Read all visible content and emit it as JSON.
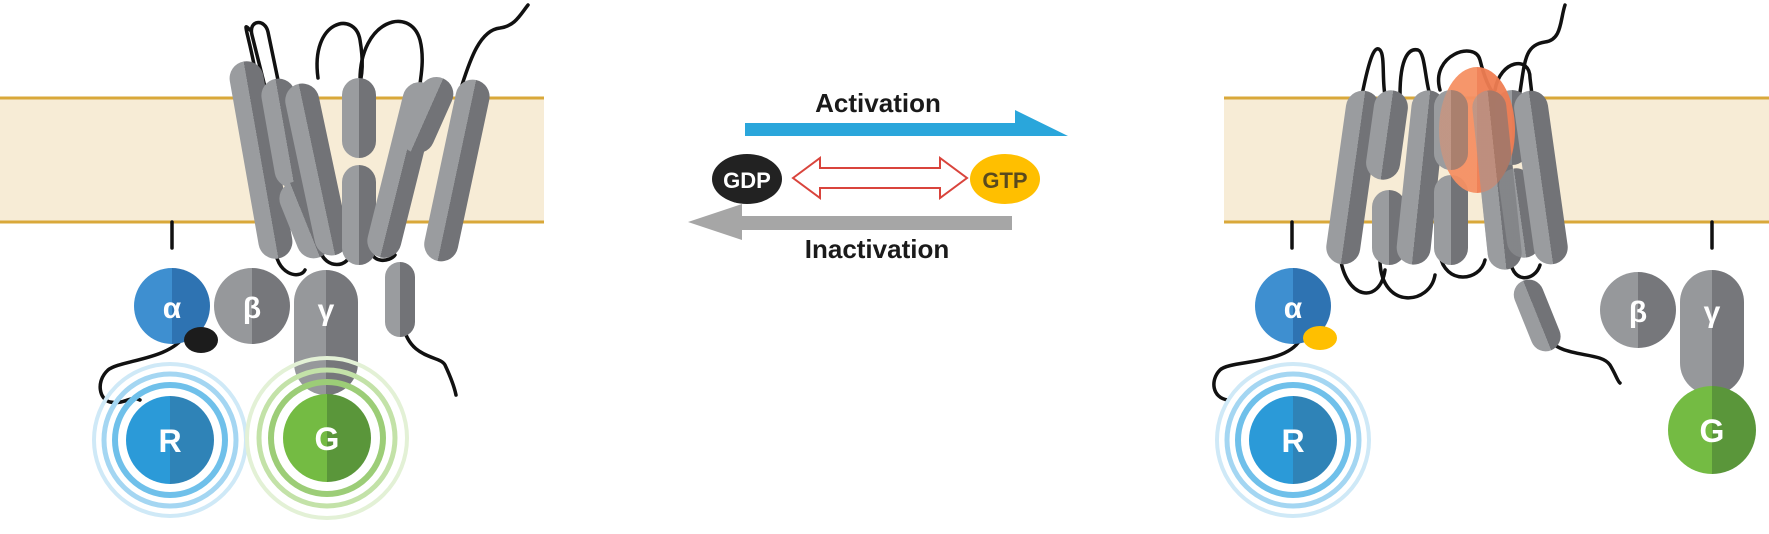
{
  "colors": {
    "membrane_fill": "#f7ecd6",
    "membrane_border": "#d9a83a",
    "helix_light": "#96989b",
    "helix_dark": "#717276",
    "loop": "#111111",
    "alpha": "#3a86c8",
    "beta_gamma": "#8e9093",
    "reporter_R": "#2a8fcf",
    "reporter_G": "#6db33f",
    "ring_blue": "#79c4ec",
    "ring_green": "#a9d58a",
    "gdp": "#222222",
    "gtp": "#ffbf00",
    "ligand": "#f3875a",
    "activation_arrow": "#2aa6db",
    "inactivation_arrow": "#a6a6a6",
    "exchange_arrow": "#d9443c"
  },
  "left_state": {
    "alpha_label": "α",
    "beta_label": "β",
    "gamma_label": "γ",
    "r_label": "R",
    "g_label": "G"
  },
  "center": {
    "activation_label": "Activation",
    "inactivation_label": "Inactivation",
    "gdp_label": "GDP",
    "gtp_label": "GTP"
  },
  "right_state": {
    "alpha_label": "α",
    "beta_label": "β",
    "gamma_label": "γ",
    "r_label": "R",
    "g_label": "G"
  }
}
